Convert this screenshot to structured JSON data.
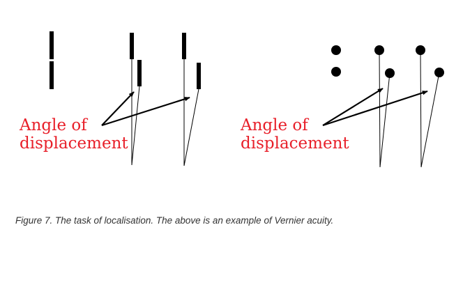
{
  "panels": [
    {
      "label_line1": "Angle of",
      "label_line2": "displacement",
      "marker": "bar"
    },
    {
      "label_line1": "Angle of",
      "label_line2": "displacement",
      "marker": "dot"
    }
  ],
  "caption": "Figure 7. The task of localisation. The above is an example of Vernier acuity.",
  "colors": {
    "label": "#e8202a",
    "ink": "#000000",
    "caption": "#333333"
  }
}
